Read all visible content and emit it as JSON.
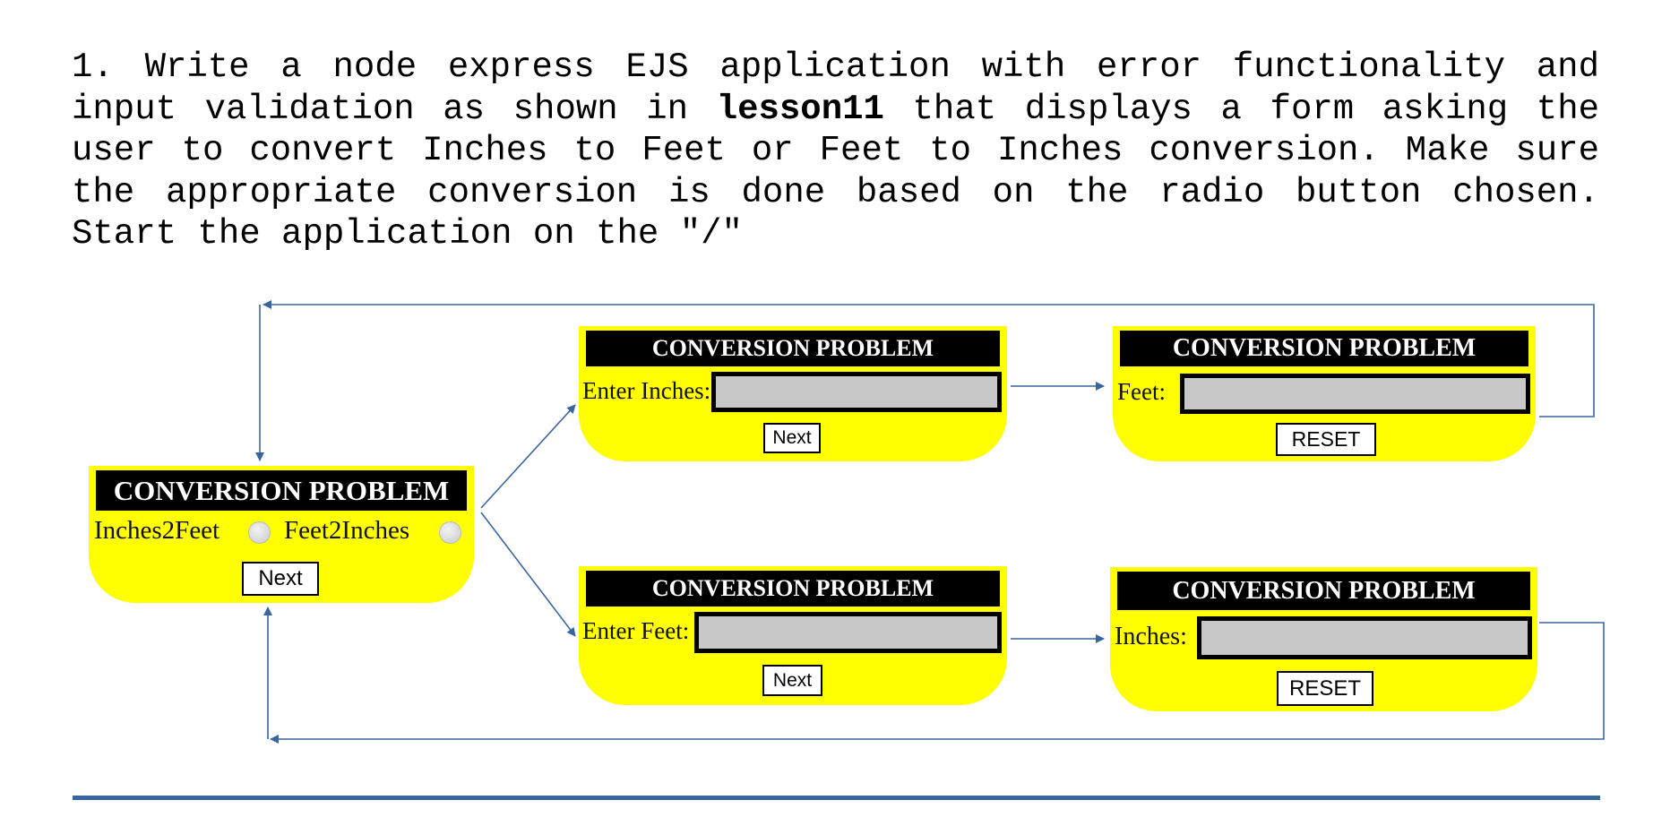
{
  "instructions": {
    "pre": "1. Write a node express EJS application with error functionality and input validation as shown in ",
    "bold": "lesson11",
    "post": " that displays a form asking the user to convert Inches to Feet or Feet to Inches conversion. Make sure the appropriate conversion is done based on the radio button chosen. Start the application on the \"/\""
  },
  "diagram": {
    "start_form": {
      "title": "CONVERSION PROBLEM",
      "radio1_label": "Inches2Feet",
      "radio2_label": "Feet2Inches",
      "next_label": "Next"
    },
    "inches_form": {
      "title": "CONVERSION PROBLEM",
      "input_label": "Enter Inches:",
      "next_label": "Next"
    },
    "feet_result": {
      "title": "CONVERSION PROBLEM",
      "output_label": "Feet:",
      "reset_label": "RESET"
    },
    "feet_form": {
      "title": "CONVERSION PROBLEM",
      "input_label": "Enter Feet:",
      "next_label": "Next"
    },
    "inches_result": {
      "title": "CONVERSION PROBLEM",
      "output_label": "Inches:",
      "reset_label": "RESET"
    }
  },
  "colors": {
    "form_background": "#ffff00",
    "title_bar": "#000000",
    "field": "#c8c8c8",
    "connector": "#3a66a0"
  }
}
